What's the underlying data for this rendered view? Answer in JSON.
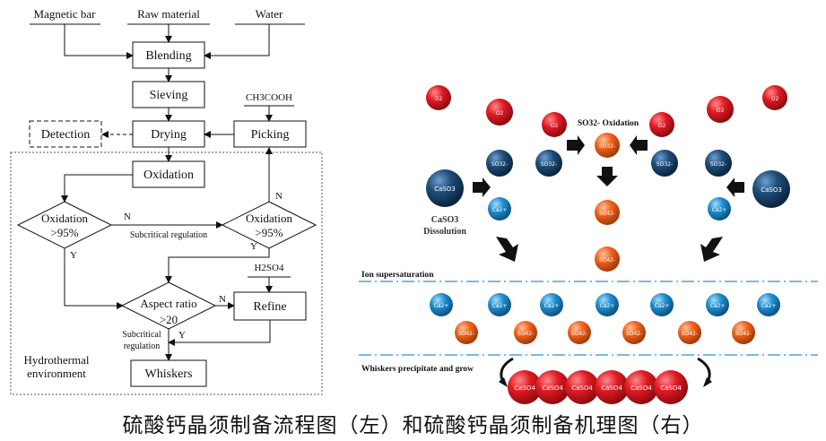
{
  "flowchart": {
    "inputs": {
      "magnetic_bar": "Magnetic bar",
      "raw_material": "Raw material",
      "water": "Water"
    },
    "steps": {
      "blending": "Blending",
      "sieving": "Sieving",
      "drying": "Drying",
      "picking": "Picking",
      "detection": "Detection",
      "oxidation": "Oxidation",
      "refine": "Refine",
      "whiskers": "Whiskers"
    },
    "reagents": {
      "acetic_acid": "CH3COOH",
      "sulfuric_acid": "H2SO4"
    },
    "decisions": {
      "oxidation_left_line1": "Oxidation",
      "oxidation_left_line2": ">95%",
      "oxidation_right_line1": "Oxidation",
      "oxidation_right_line2": ">95%",
      "aspect_line1": "Aspect ratio",
      "aspect_line2": ">20"
    },
    "branch_labels": {
      "n1": "N",
      "y1": "Y",
      "n2": "N",
      "y2": "Y",
      "n3": "N",
      "y3": "Y"
    },
    "edge_labels": {
      "subcritical_regulation_1": "Subcritical regulation",
      "subcritical_line1": "Subcritical",
      "subcritical_line2": "regulation"
    },
    "environment_line1": "Hydrothermal",
    "environment_line2": "environment"
  },
  "mechanism": {
    "o2": "O2",
    "so3": "SO32-",
    "caso3": "CaSO3",
    "ca": "Ca2+",
    "so4": "SO42-",
    "caso4": "CaSO4",
    "so3_oxidation_title": "SO32- Oxidation",
    "dissolution_line1": "CaSO3",
    "dissolution_line2": "Dissolution",
    "ion_supersaturation": "Ion supersaturation",
    "whiskers_precipitate": "Whiskers precipitate and grow"
  },
  "colors": {
    "o2_red": "#e01b24",
    "so3_navy": "#1f4e79",
    "ca_blue": "#1f8fd0",
    "so4_orange": "#f0641e",
    "caso4_red": "#e21b22",
    "dashline_blue": "#4aa3e0"
  },
  "caption": "硫酸钙晶须制备流程图（左）和硫酸钙晶须制备机理图（右）"
}
